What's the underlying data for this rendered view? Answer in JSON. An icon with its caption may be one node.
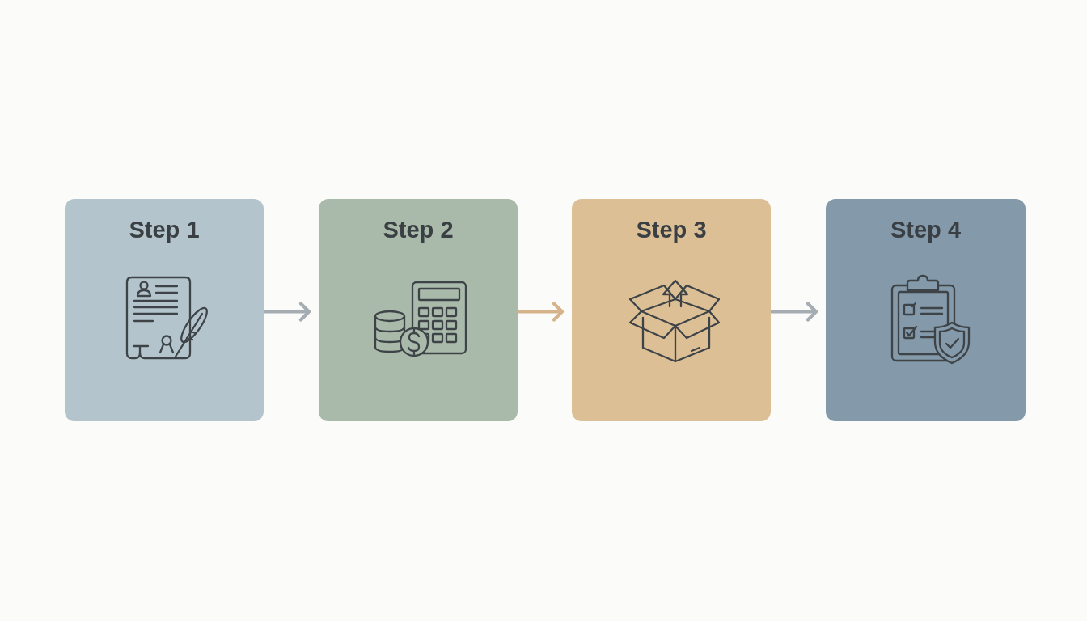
{
  "diagram": {
    "nodes": [
      {
        "text": [
          "Step 1"
        ]
      },
      {
        "text": [
          "Step 2"
        ]
      },
      {
        "text": [
          "Step 3"
        ]
      },
      {
        "text": [
          "Step 4"
        ]
      }
    ],
    "edges": [
      {
        "from": 0,
        "to": 1,
        "arrow": "to"
      },
      {
        "from": 1,
        "to": 2,
        "arrow": "to",
        "color": "#d5b48a"
      },
      {
        "from": 2,
        "to": 3,
        "arrow": "to"
      }
    ]
  }
}
